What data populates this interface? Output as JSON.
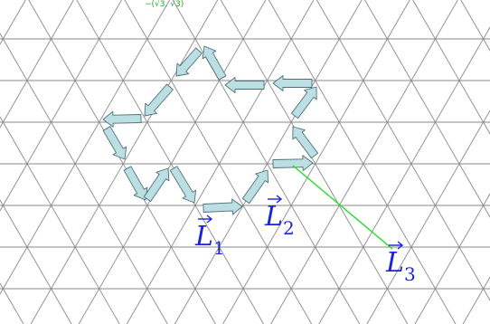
{
  "colors": {
    "grid": "#8a8a8a",
    "arrow_fill": "#bcdfe3",
    "arrow_stroke": "#4e6f78",
    "label_text": "#1a22e0",
    "highlight_line": "#22dd22"
  },
  "labels": {
    "L1": {
      "letter": "L",
      "subscript": "1"
    },
    "L2": {
      "letter": "L",
      "subscript": "2"
    },
    "L3": {
      "letter": "L",
      "subscript": "3"
    }
  },
  "top_fragment": "−(√3, √3)"
}
